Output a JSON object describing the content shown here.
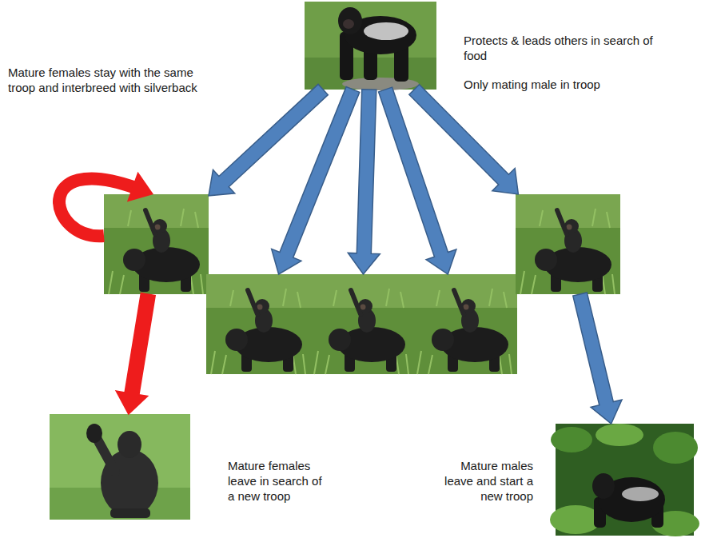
{
  "diagram": {
    "nodes": [
      {
        "text": [
          "Protects & leads others in search of food",
          "Only mating male in troop"
        ]
      },
      {
        "text": []
      },
      {
        "text": []
      },
      {
        "text": []
      },
      {
        "text": []
      },
      {
        "text": []
      },
      {
        "text": [
          "Mature females leave in search of a new troop"
        ]
      },
      {
        "text": [
          "Mature males leave and start a new troop"
        ]
      }
    ],
    "edges": [
      {
        "from": 0,
        "to": 1,
        "arrow": "to"
      },
      {
        "from": 0,
        "to": 2,
        "arrow": "to"
      },
      {
        "from": 0,
        "to": 3,
        "arrow": "to"
      },
      {
        "from": 0,
        "to": 4,
        "arrow": "to"
      },
      {
        "from": 0,
        "to": 5,
        "arrow": "to"
      },
      {
        "from": 1,
        "to": 1,
        "arrow": "to",
        "label": "Mature females stay with the same troop and interbreed with silverback"
      },
      {
        "from": 1,
        "to": 6,
        "arrow": "to"
      },
      {
        "from": 5,
        "to": 7,
        "arrow": "to"
      }
    ]
  }
}
